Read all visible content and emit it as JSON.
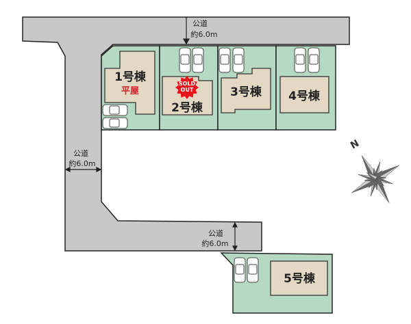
{
  "roads": [
    {
      "name": "公道",
      "width": "約6.0m"
    },
    {
      "name": "公道",
      "width": "約6.0m"
    },
    {
      "name": "公道",
      "width": "約6.0m"
    }
  ],
  "lots": [
    {
      "label": "1号棟",
      "note": "平屋"
    },
    {
      "label": "2号棟",
      "badge": "SOLD OUT"
    },
    {
      "label": "3号棟"
    },
    {
      "label": "4号棟"
    },
    {
      "label": "5号棟"
    }
  ],
  "badge_lines": [
    "SOLD",
    "OUT"
  ],
  "compass": {
    "north_label": "N"
  },
  "colors": {
    "lot": "#b5d9c3",
    "road": "#c8c8c8",
    "house": "#e3d8c4",
    "sold_out": "#e8141c",
    "note": "#d0202a"
  }
}
